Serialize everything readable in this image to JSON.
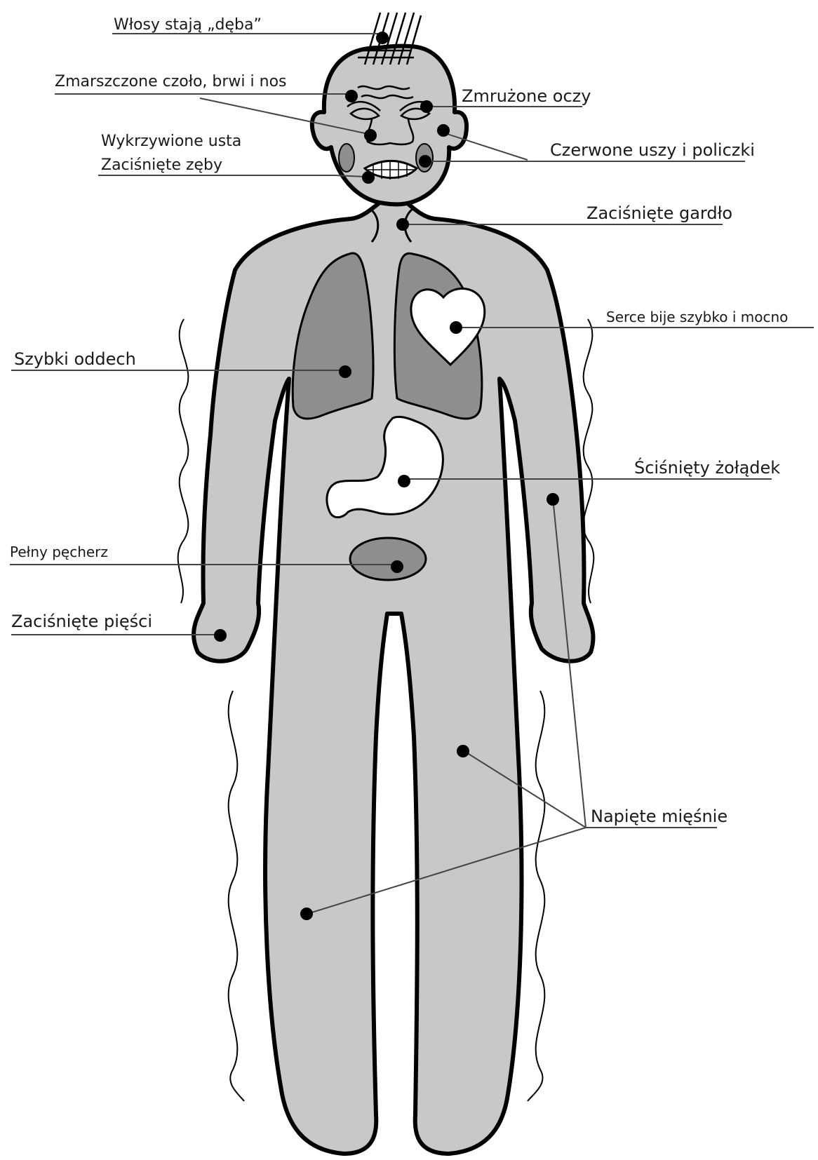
{
  "colors": {
    "body_fill": "#c8c8c8",
    "organ_fill": "#8e8e8e",
    "outline": "#000000",
    "leader": "#444444",
    "background": "#ffffff"
  },
  "labels": {
    "hair": "Włosy stają „dęba”",
    "forehead": "Zmarszczone czoło, brwi i nos",
    "eyes": "Zmrużone oczy",
    "mouth": "Wykrzywione usta",
    "teeth": "Zaciśnięte zęby",
    "ears": "Czerwone uszy i policzki",
    "throat": "Zaciśnięte gardło",
    "heart": "Serce bije szybko i mocno",
    "breath": "Szybki oddech",
    "stomach": "Ściśnięty żołądek",
    "bladder": "Pełny pęcherz",
    "fists": "Zaciśnięte pięści",
    "muscles": "Napięte mięśnie"
  },
  "icons": [
    "human-body-outline-icon",
    "heart-icon",
    "stomach-icon",
    "lungs-icon",
    "bladder-icon",
    "tremor-wave-icon"
  ]
}
